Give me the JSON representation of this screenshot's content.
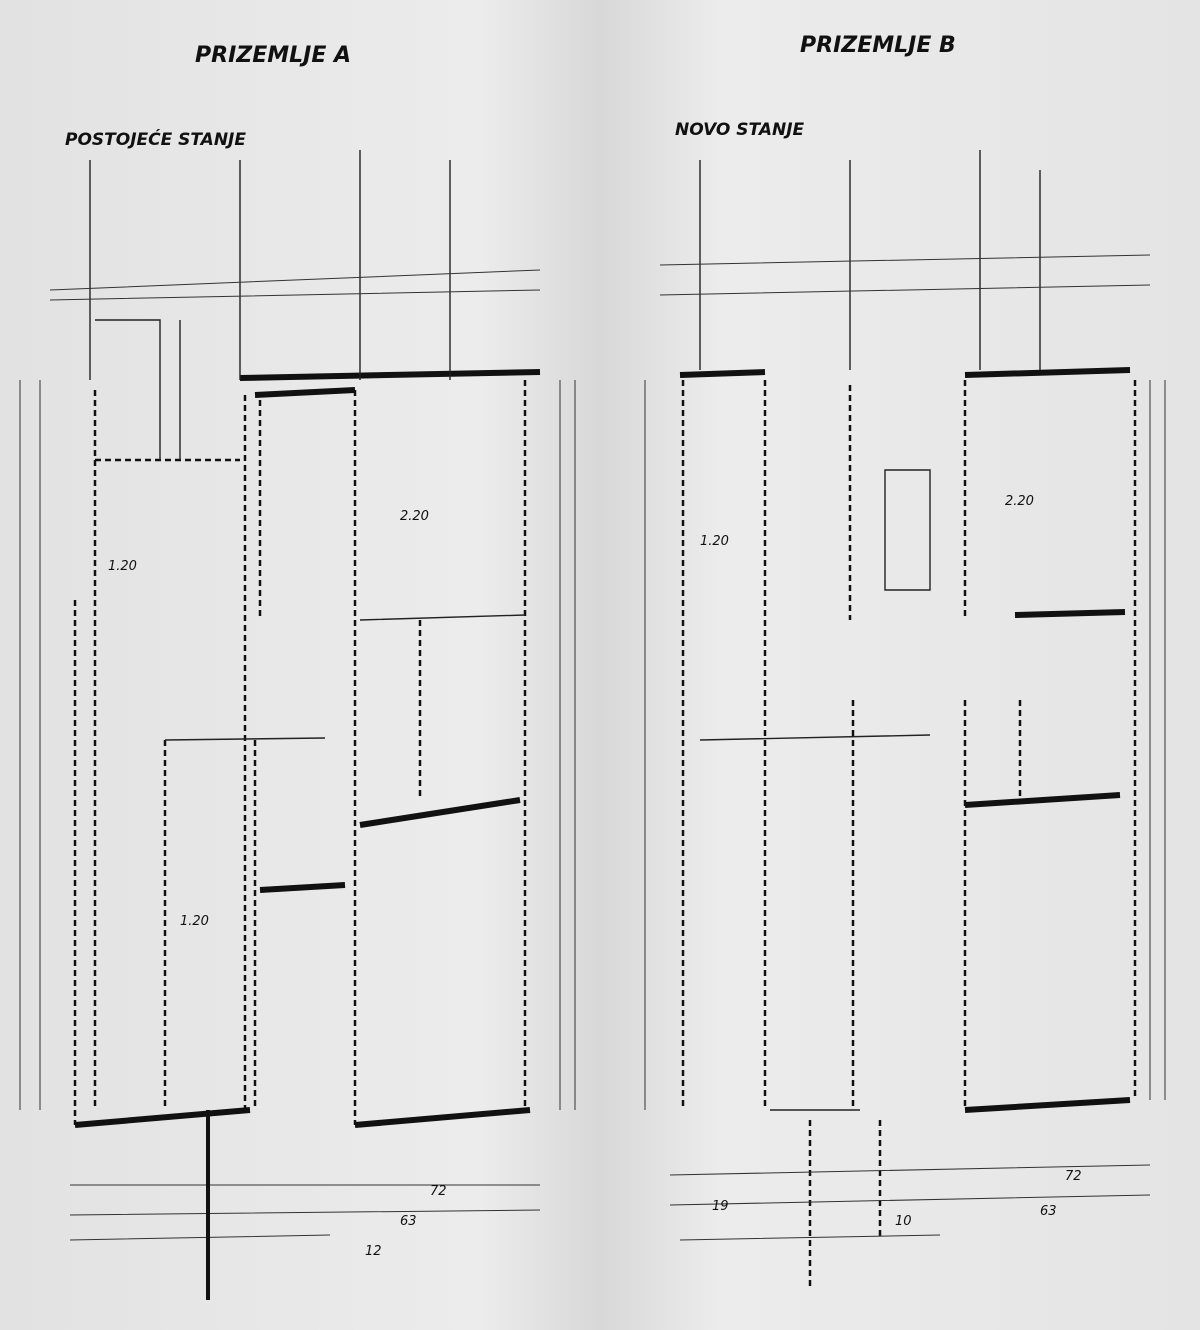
{
  "plans": [
    {
      "title": "PRIZEMLJE A",
      "subtitle": "POSTOJEĆE STANJE",
      "labels": [
        "1.20",
        "1.20",
        "2.20",
        "63",
        "72",
        "12"
      ]
    },
    {
      "title": "PRIZEMLJE B",
      "subtitle": "NOVO STANJE",
      "labels": [
        "1.20",
        "2.20",
        "19",
        "72",
        "63",
        "10"
      ]
    }
  ]
}
